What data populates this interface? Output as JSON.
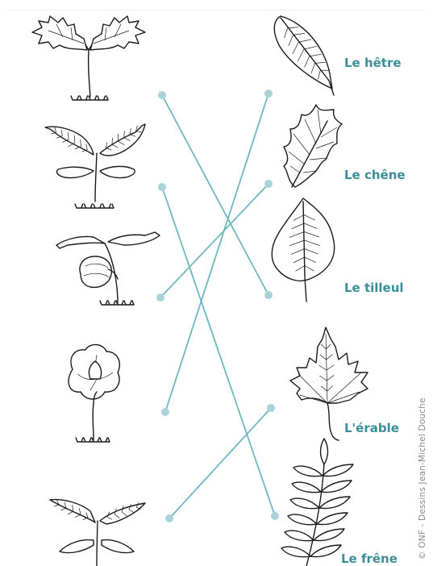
{
  "colors": {
    "accent": "#3a8e98",
    "line": "#6fb7bf",
    "dot": "#a9d3d8",
    "ink": "#1a1a1a"
  },
  "drawings": {
    "seedlings": [
      {
        "name": "seedling-lobed-leaves-drawing",
        "kind": "lobed"
      },
      {
        "name": "seedling-serrated-leaves-drawing",
        "kind": "serrated"
      },
      {
        "name": "seedling-acorn-drawing",
        "kind": "acorn"
      },
      {
        "name": "seedling-round-cotyledons-drawing",
        "kind": "round"
      },
      {
        "name": "seedling-small-leaves-drawing",
        "kind": "small"
      }
    ],
    "leaves": [
      {
        "name": "leaf-beech-drawing",
        "kind": "beech"
      },
      {
        "name": "leaf-oak-drawing",
        "kind": "oak"
      },
      {
        "name": "leaf-linden-drawing",
        "kind": "linden"
      },
      {
        "name": "leaf-maple-drawing",
        "kind": "maple"
      },
      {
        "name": "leaf-ash-drawing",
        "kind": "ash"
      }
    ]
  },
  "labels": {
    "hetre": "Le hêtre",
    "chene": "Le chêne",
    "tilleul": "Le tilleul",
    "erable": "L'érable",
    "frene": "Le frêne"
  },
  "matches": [
    {
      "from": 0,
      "to": 2
    },
    {
      "from": 1,
      "to": 4
    },
    {
      "from": 2,
      "to": 1
    },
    {
      "from": 3,
      "to": 0
    },
    {
      "from": 4,
      "to": 3
    }
  ],
  "credit": "© ONF - Dessins Jean-Michel Douche"
}
